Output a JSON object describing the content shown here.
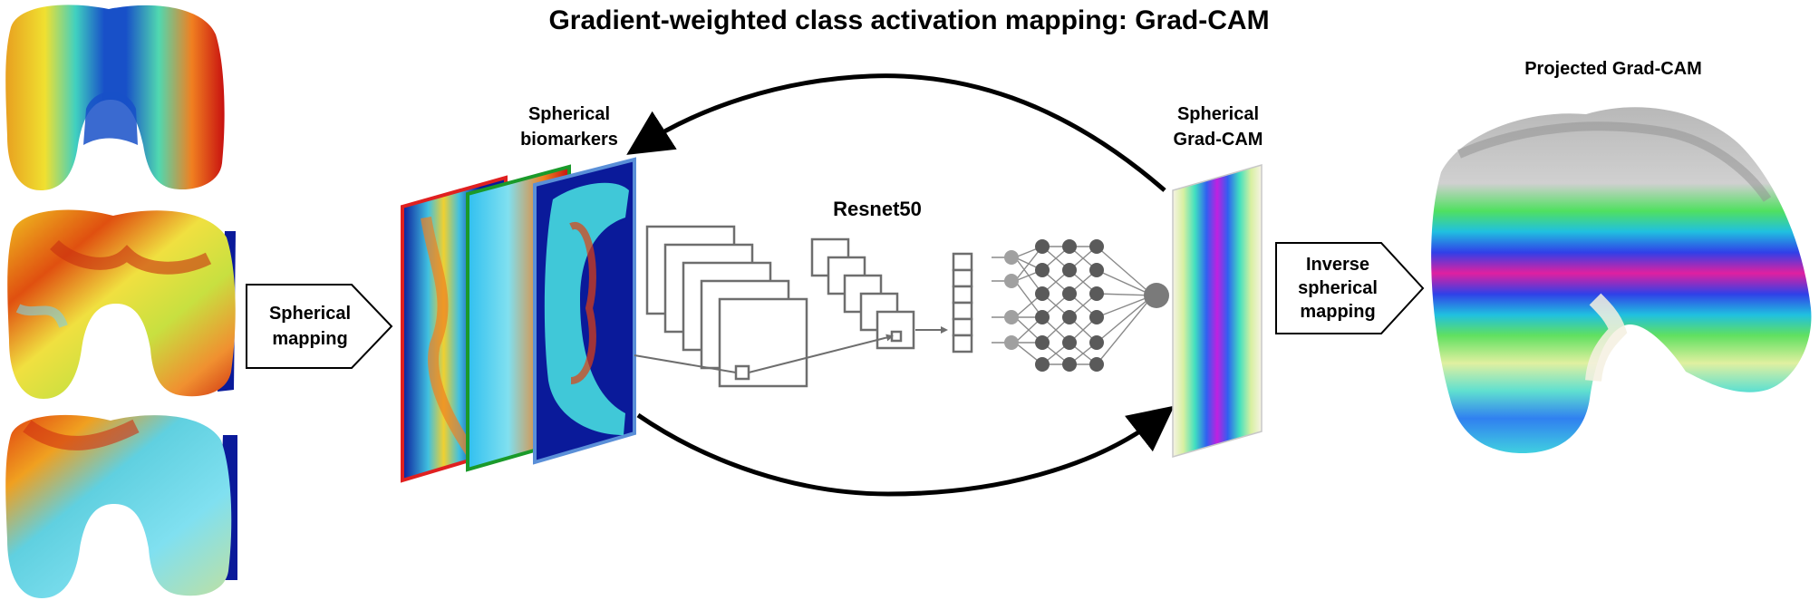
{
  "title": "Gradient-weighted class activation mapping: Grad-CAM",
  "labels": {
    "spherical_biomarkers": [
      "Spherical",
      "biomarkers"
    ],
    "resnet": "Resnet50",
    "spherical_gradcam": [
      "Spherical",
      "Grad-CAM"
    ],
    "projected_gradcam": "Projected Grad-CAM"
  },
  "steps": {
    "spherical_mapping": [
      "Spherical",
      "mapping"
    ],
    "inverse_mapping": [
      "Inverse",
      "spherical",
      "mapping"
    ]
  },
  "colors": {
    "jet_low": "#0a1a9a",
    "jet_mid": "#3cd0e0",
    "jet_high": "#d62010",
    "frame_red": "#e02020",
    "frame_green": "#1a9a2a",
    "frame_blue": "#5a8fd8",
    "network_gray": "#6e6e6e",
    "node_dark": "#5a5a5a",
    "node_light": "#a0a0a0"
  }
}
